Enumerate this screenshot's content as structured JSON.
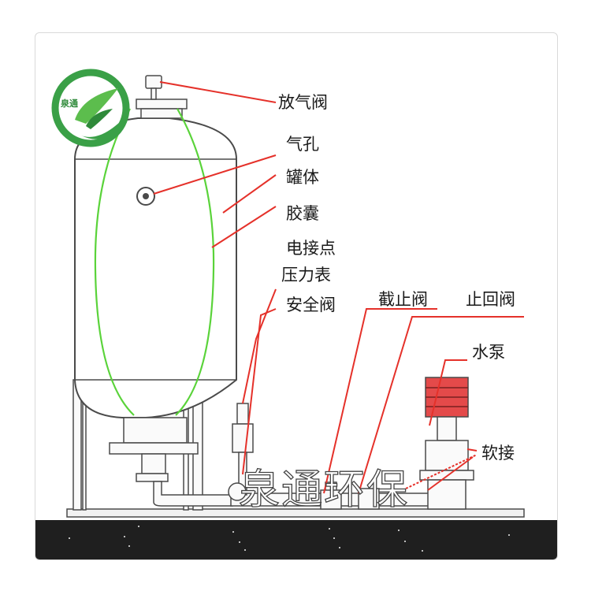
{
  "logo": {
    "text": "泉通"
  },
  "watermark": "泉通环保",
  "labels": [
    {
      "id": "vent-valve",
      "text": "放气阀"
    },
    {
      "id": "air-hole",
      "text": "气孔"
    },
    {
      "id": "tank-body",
      "text": "罐体"
    },
    {
      "id": "bladder",
      "text": "胶囊"
    },
    {
      "id": "contact-point",
      "text": "电接点"
    },
    {
      "id": "pressure-gauge",
      "text": "压力表"
    },
    {
      "id": "safety-valve",
      "text": "安全阀"
    },
    {
      "id": "shutoff-valve",
      "text": "截止阀"
    },
    {
      "id": "check-valve",
      "text": "止回阀"
    },
    {
      "id": "water-pump",
      "text": "水泵"
    },
    {
      "id": "soft-joint",
      "text": "软接"
    }
  ],
  "colors": {
    "leader": "#e5312a",
    "bladder": "#5ad33a",
    "outline": "#4a4a4a",
    "pump-motor": "#e44a4a",
    "ground": "#1f1f1f",
    "logo-green": "#3aa047"
  }
}
